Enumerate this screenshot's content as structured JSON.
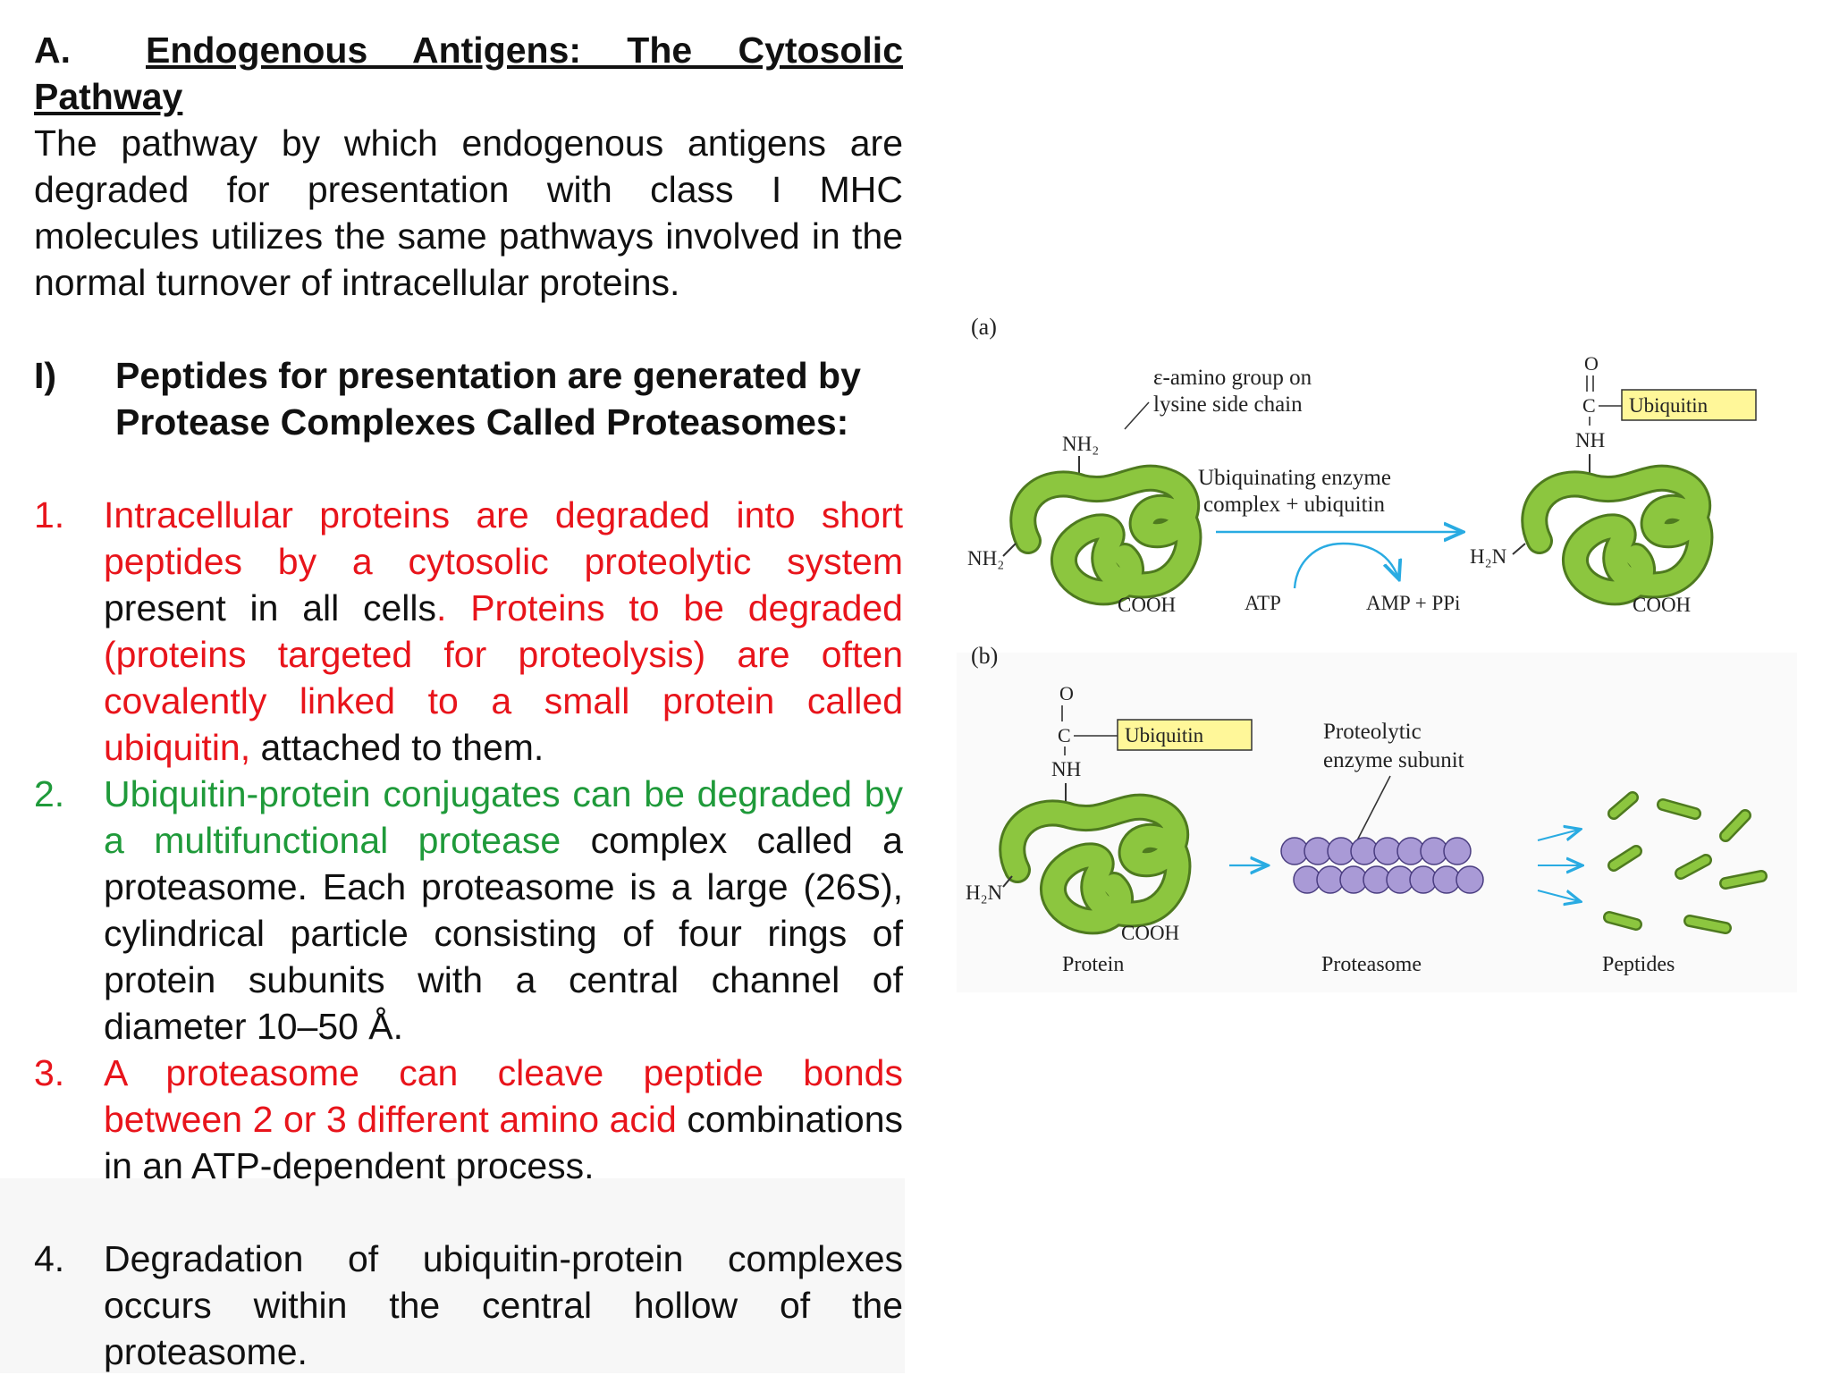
{
  "heading": {
    "label": "A.",
    "title": "Endogenous Antigens: The Cytosolic Pathway"
  },
  "intro": "The pathway by which endogenous antigens are degraded for presentation with class I MHC molecules utilizes the same pathways involved in the normal turnover of intracellular proteins.",
  "subheading": {
    "num": "I)",
    "text": "Peptides for presentation are generated by Protease Complexes Called Proteasomes:"
  },
  "items": [
    {
      "num": "1.",
      "num_color": "red",
      "parts": [
        {
          "text": "Intracellular proteins are degraded into short peptides by a cytosolic proteolytic system",
          "color": "red"
        },
        {
          "text": " present in all cells",
          "color": "black"
        },
        {
          "text": ". Proteins to be degraded (proteins targeted for proteolysis) are often covalently linked to a small protein called ubiquitin,",
          "color": "red"
        },
        {
          "text": " attached to them.",
          "color": "black"
        }
      ]
    },
    {
      "num": "2.",
      "num_color": "green",
      "parts": [
        {
          "text": "Ubiquitin-protein conjugates can be degraded by a multifunctional protease",
          "color": "green"
        },
        {
          "text": " complex called a proteasome. Each proteasome is a large (26S), cylindrical particle consisting of four rings of protein subunits with a central channel of diameter 10–50 Å.",
          "color": "black"
        }
      ]
    },
    {
      "num": "3.",
      "num_color": "red",
      "parts": [
        {
          "text": "A proteasome can cleave peptide bonds between 2 or 3 different amino acid",
          "color": "red"
        },
        {
          "text": " combinations in an ATP-dependent process.",
          "color": "black"
        }
      ]
    },
    {
      "num": "4.",
      "num_color": "black",
      "parts": [
        {
          "text": "Degradation of ubiquitin-protein complexes occurs within the central hollow of the proteasome.",
          "color": "black"
        }
      ]
    }
  ],
  "colors": {
    "red": "#e8141b",
    "green": "#1f9a3a",
    "black": "#111111",
    "protein_green": "#8cc63f",
    "ubiquitin_box": "#fff799",
    "arrow_blue": "#29abe2",
    "proteasome_purple": "#a99ad6"
  },
  "figure": {
    "panel_a_label": "(a)",
    "panel_b_label": "(b)",
    "a_lysine_label_1": "ε-amino group on",
    "a_lysine_label_2": "lysine side chain",
    "a_nh2_top": "NH₂",
    "a_nh2_left": "NH₂",
    "a_cooh": "COOH",
    "a_enzyme_1": "Ubiquinating enzyme",
    "a_enzyme_2": "complex + ubiquitin",
    "a_atp": "ATP",
    "a_amp": "AMP + PPi",
    "a_h2n": "H₂N",
    "a_cooh_right": "COOH",
    "a_o": "O",
    "a_c": "C",
    "a_nh": "NH",
    "a_ubiquitin": "Ubiquitin",
    "b_o": "O",
    "b_c": "C",
    "b_nh": "NH",
    "b_ubiquitin": "Ubiquitin",
    "b_h2n": "H₂N",
    "b_cooh": "COOH",
    "b_subunit_1": "Proteolytic",
    "b_subunit_2": "enzyme subunit",
    "b_protein": "Protein",
    "b_proteasome": "Proteasome",
    "b_peptides": "Peptides"
  }
}
